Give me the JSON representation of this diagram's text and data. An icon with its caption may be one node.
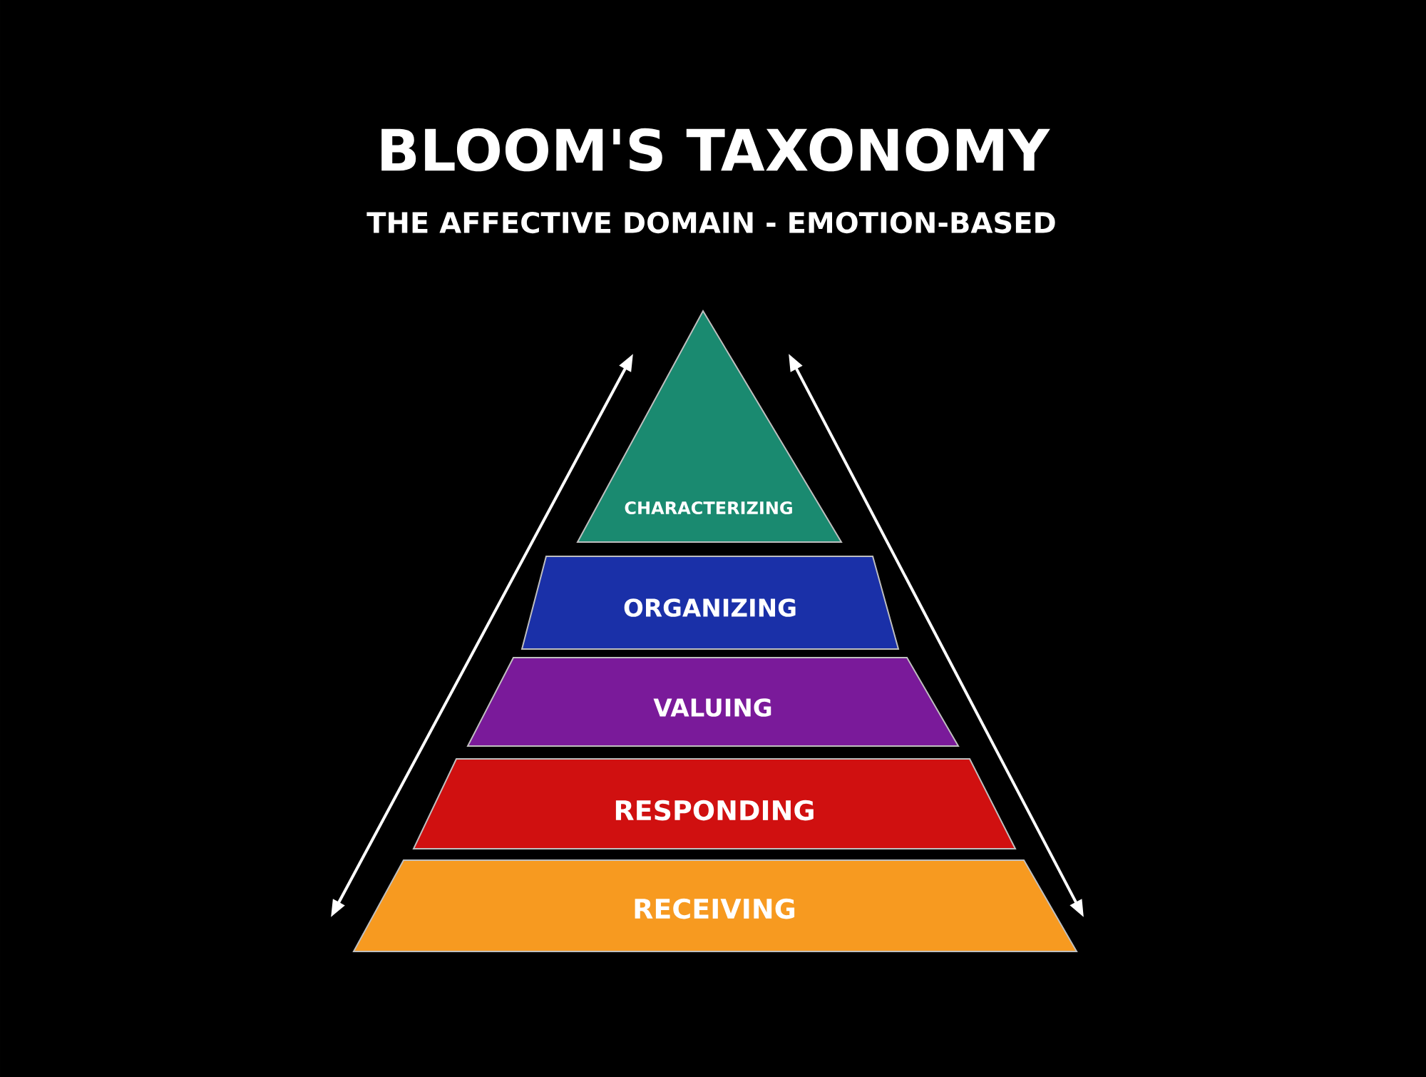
{
  "diagram": {
    "title": "BLOOM'S TAXONOMY",
    "nodes": [
      {
        "text": [
          "CHARACTERIZING"
        ]
      },
      {
        "text": [
          "ORGANIZING"
        ]
      },
      {
        "text": [
          "VALUING"
        ]
      },
      {
        "text": [
          "RESPONDING"
        ]
      },
      {
        "text": [
          "RECEIVING"
        ]
      }
    ],
    "labels": [
      "THE AFFECTIVE DOMAIN - EMOTION-BASED"
    ]
  }
}
